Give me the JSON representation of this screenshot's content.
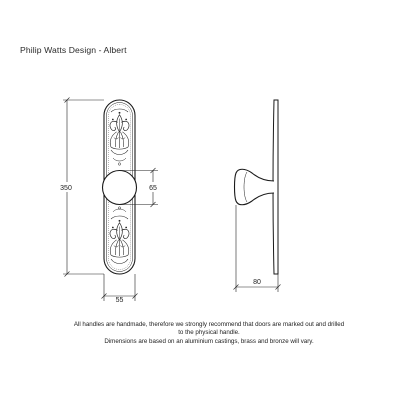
{
  "title": "Philip Watts Design - Albert",
  "dimensions": {
    "height": "350",
    "knob_diameter": "65",
    "plate_width": "55",
    "projection": "80"
  },
  "notes": {
    "line1": "All handles are handmade, therefore we strongly recommend that doors are marked out and drilled",
    "line2": "to the physical handle.",
    "line3": "Dimensions are based on an aluminium castings, brass and bronze will vary."
  }
}
